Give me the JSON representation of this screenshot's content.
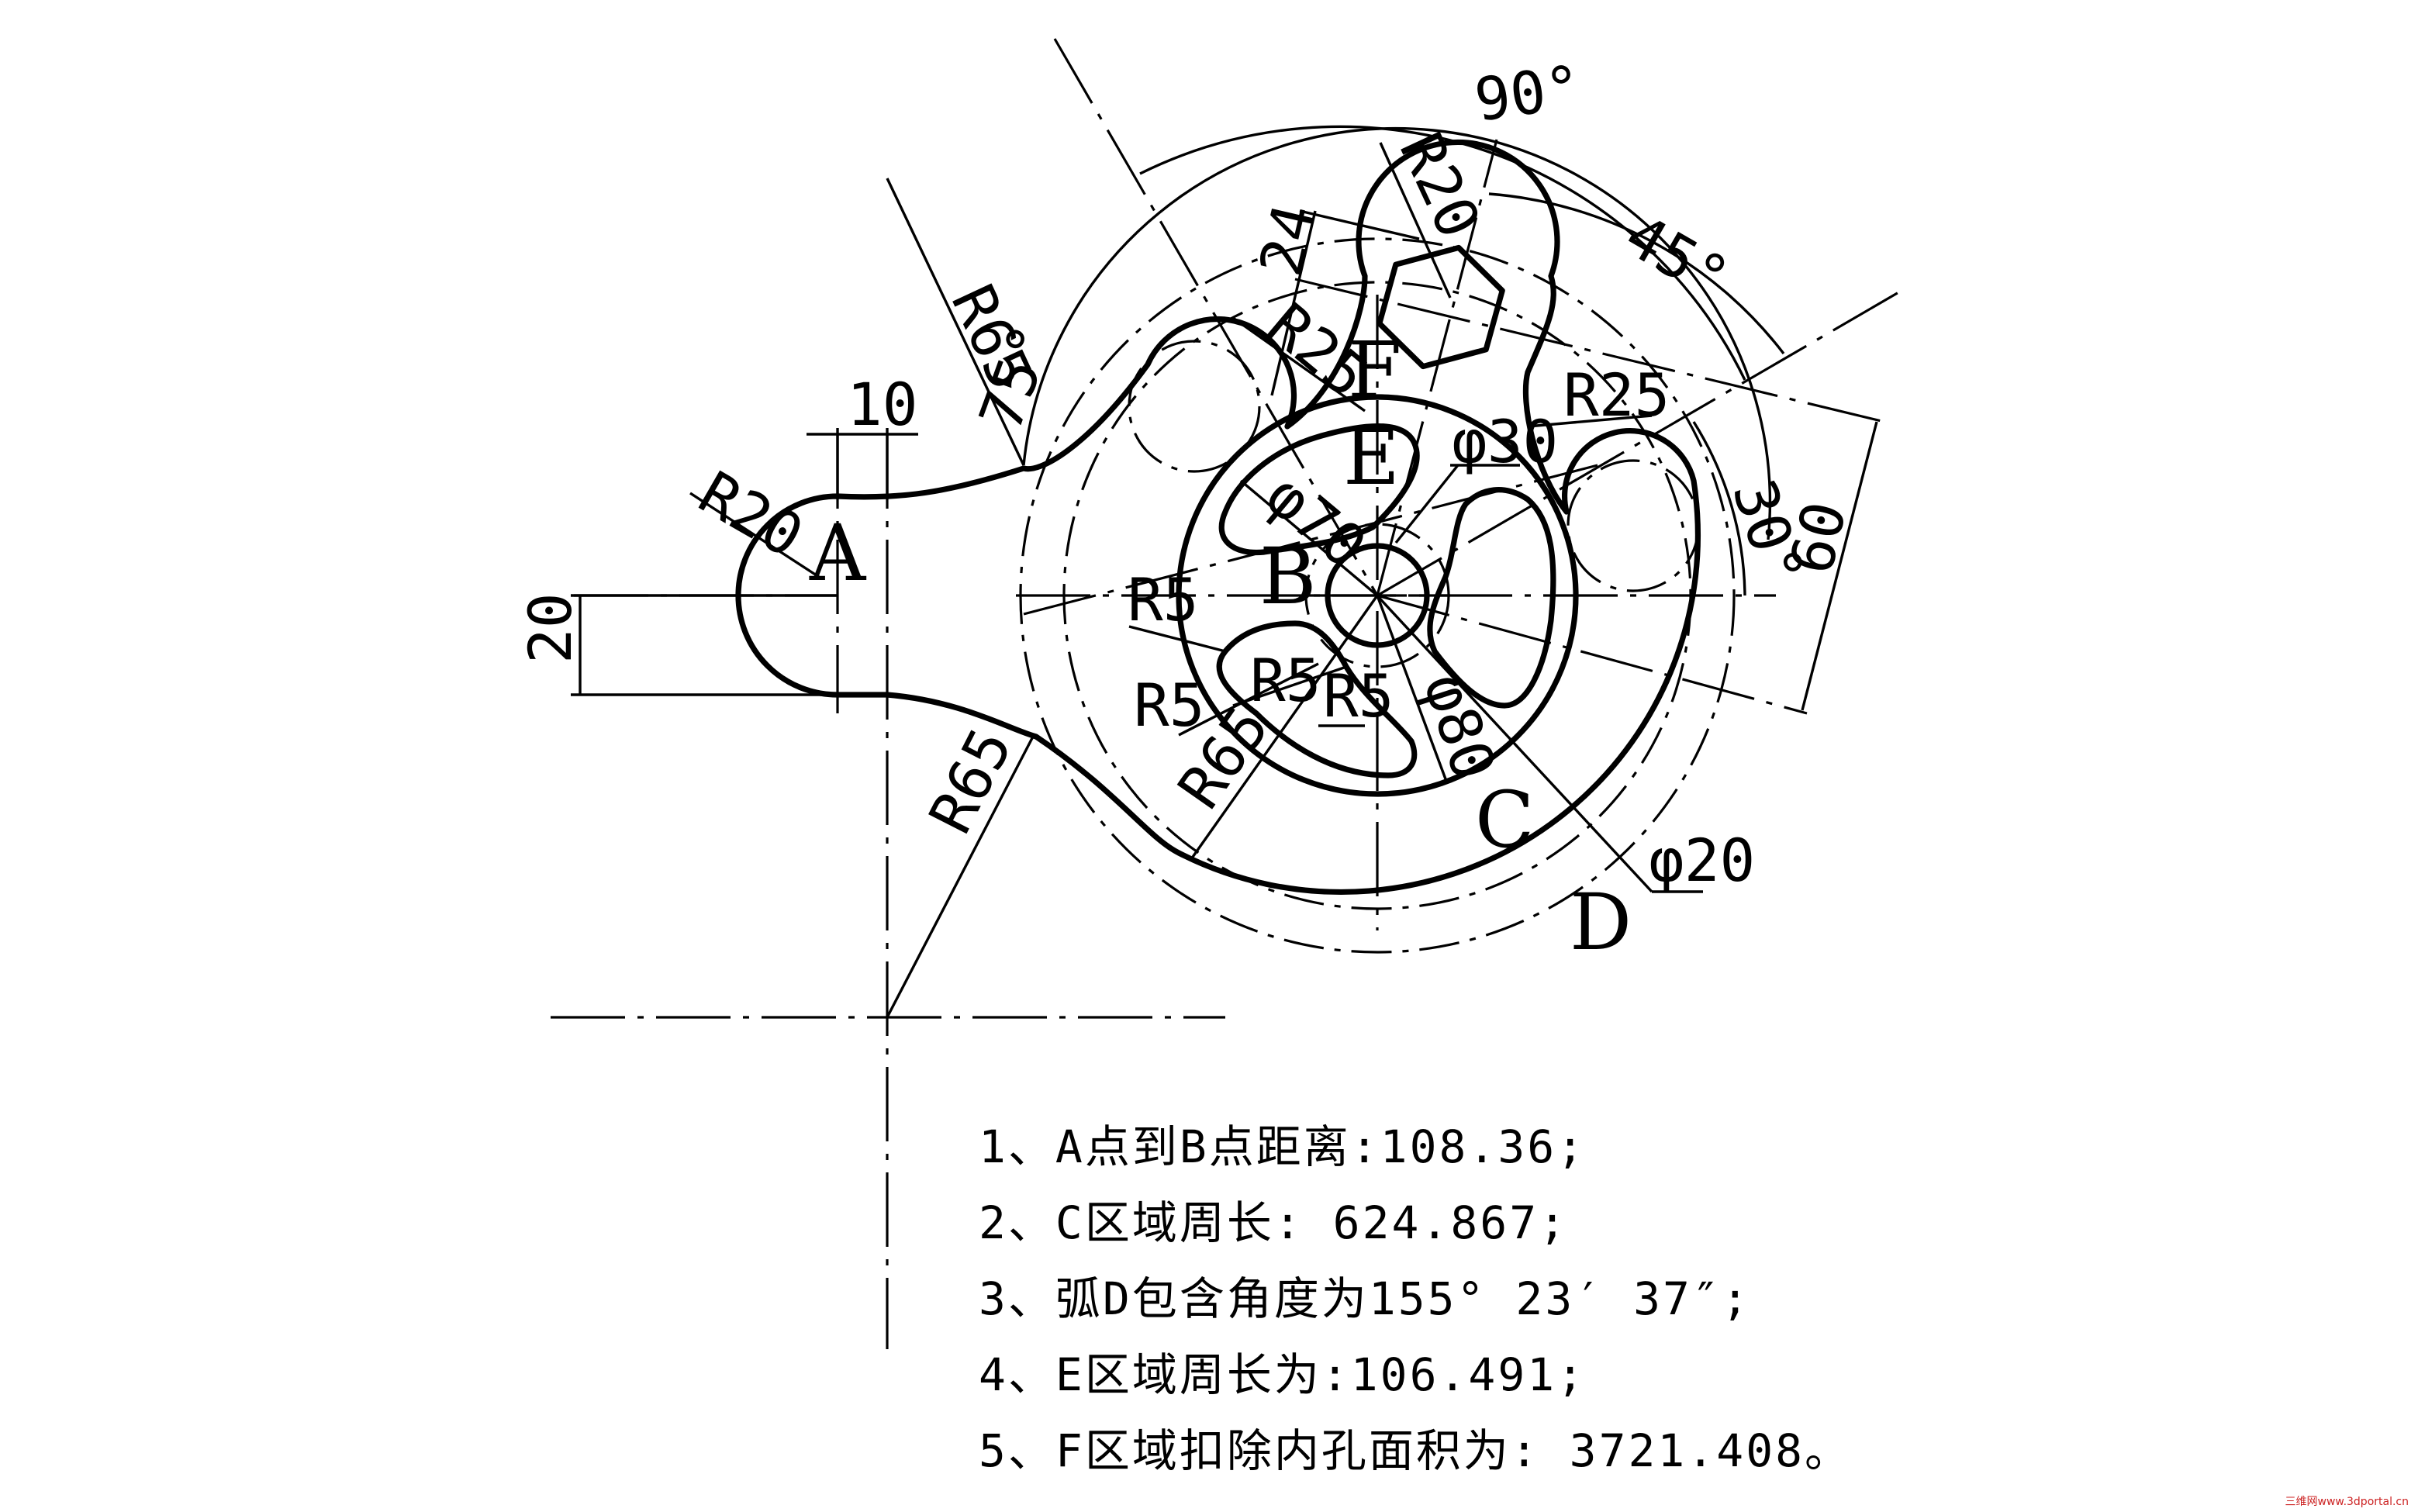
{
  "drawing": {
    "region_labels": {
      "A": "A",
      "B": "B",
      "C": "C",
      "D": "D",
      "E": "E",
      "F": "F"
    },
    "dimensions": {
      "d_10": "10",
      "d_20": "20",
      "d_24": "24",
      "d_60": "60",
      "r20_left": "R20",
      "r20_top": "R20",
      "r65_upper": "R65",
      "r65_lower": "R65",
      "r65_inner": "R65",
      "r25_upper": "R25",
      "r25_right": "R25",
      "phi30": "φ30",
      "phi70": "φ70",
      "phi80": "φ80",
      "phi20": "φ20",
      "r5_a": "R5",
      "r5_b": "R5",
      "r5_c": "R5",
      "r5_d": "R5",
      "ang_90": "90°",
      "ang_45": "45°",
      "ang_75": "75°",
      "ang_30": "30°"
    }
  },
  "notes": [
    "1、A点到B点距离:108.36;",
    "2、C区域周长: 624.867;",
    "3、弧D包含角度为155° 23′ 37″;",
    "4、E区域周长为:106.491;",
    "5、F区域扣除内孔面积为: 3721.408。"
  ],
  "watermark": "三维网www.3dportal.cn"
}
